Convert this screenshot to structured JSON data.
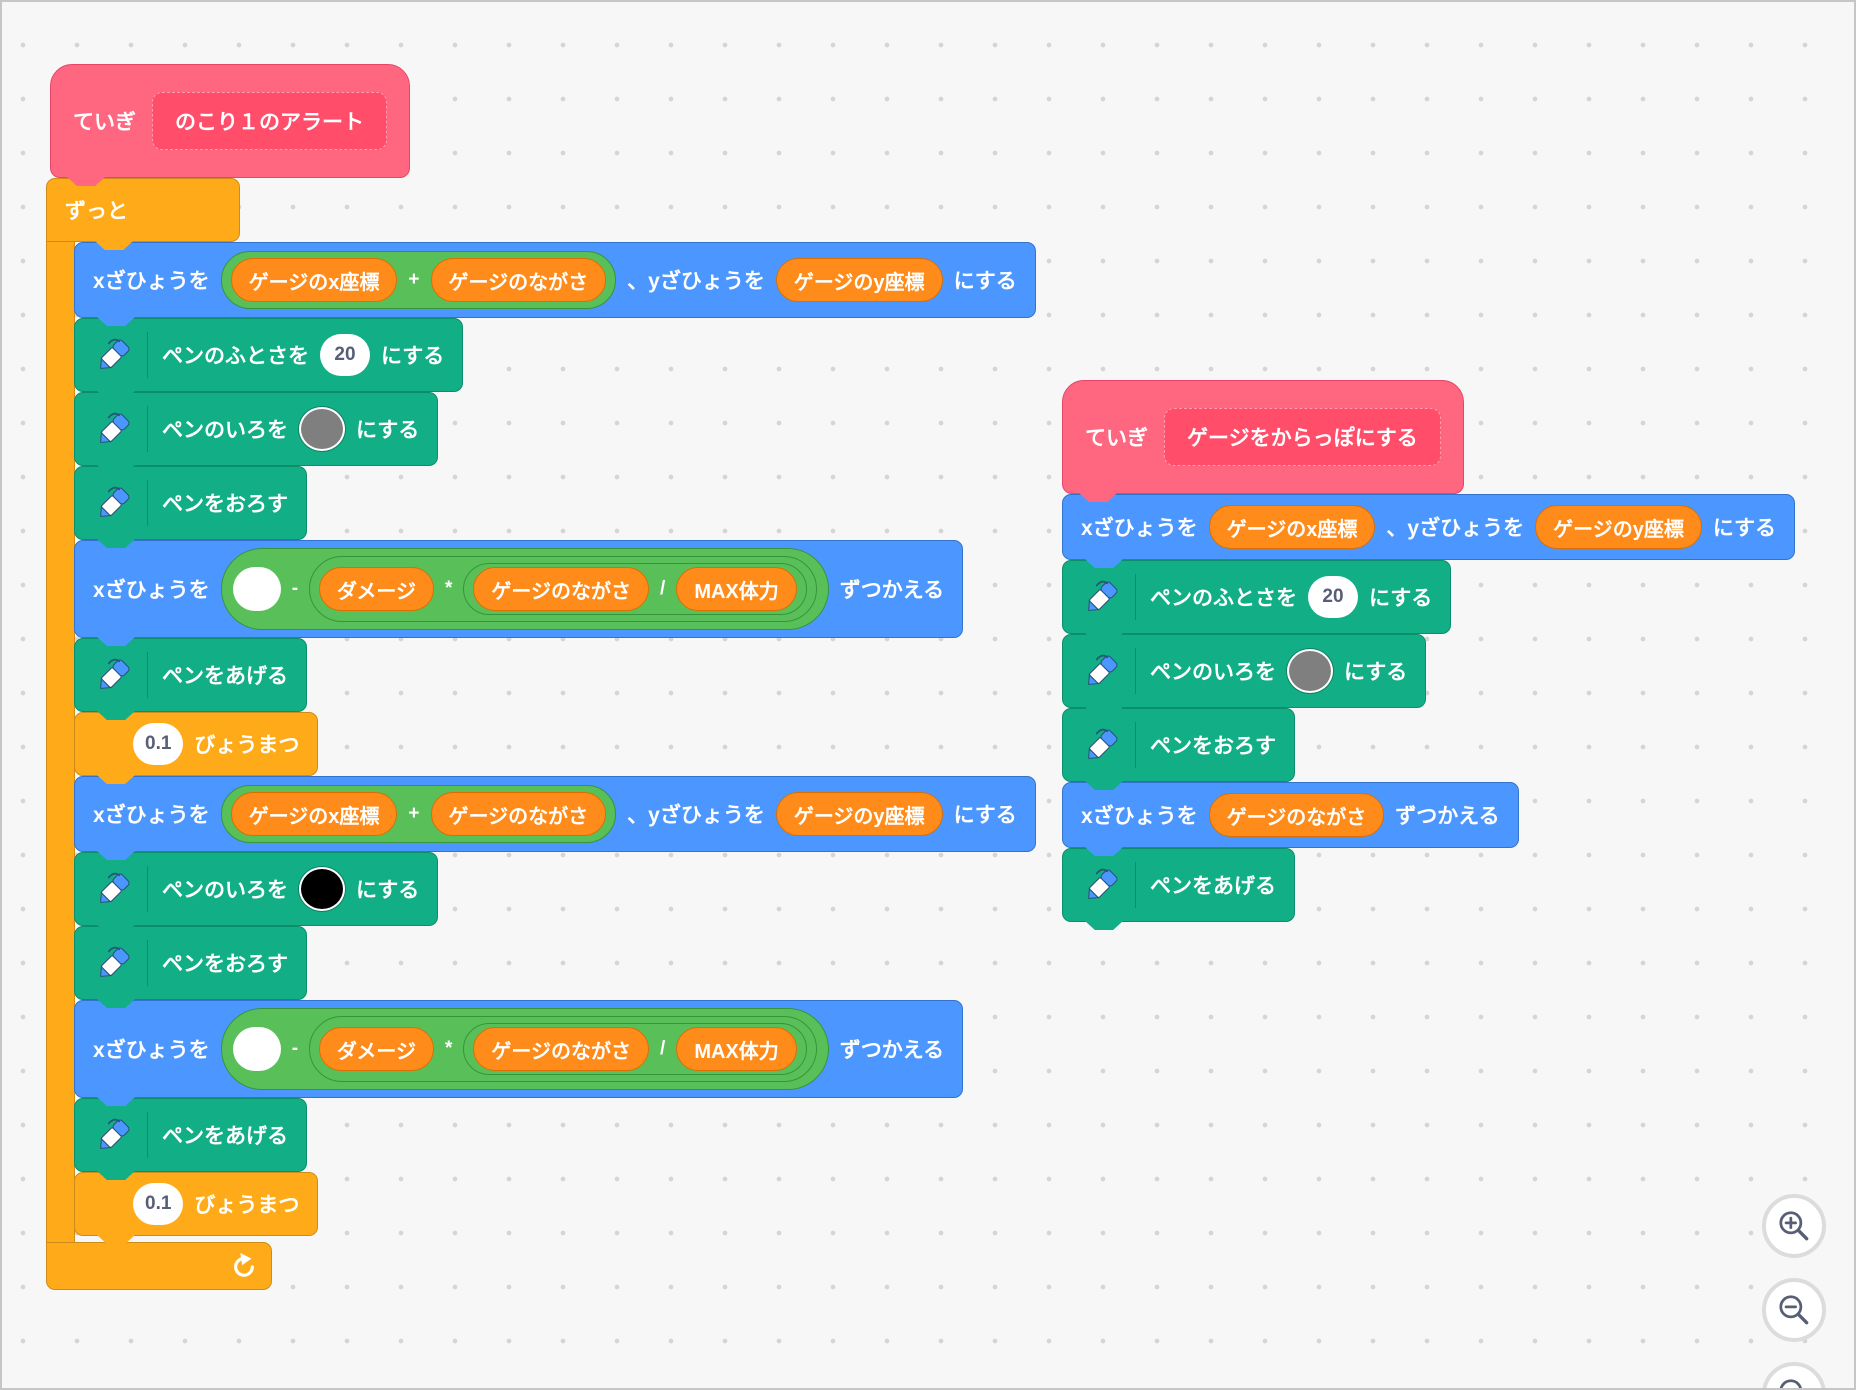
{
  "palette": {
    "motion": "#4C97FF",
    "motion_border": "#3373CC",
    "control": "#FFAB19",
    "control_border": "#CF8B17",
    "operators": "#59C059",
    "operators_border": "#389438",
    "variables": "#FF8C1A",
    "variables_border": "#DB6E00",
    "pen": "#12AE86",
    "pen_border": "#0B8E69",
    "myblocks": "#FF6680",
    "myblocks_prototype": "#FF4D6A",
    "myblocks_border": "#E64566",
    "canvas_bg": "#f7f7f7",
    "canvas_dot": "#d5d5d5",
    "number_text": "#575E75",
    "swatch_gray": "#7f7f7f",
    "swatch_black": "#000000"
  },
  "labels": {
    "define_keyword": "ていぎ",
    "forever": "ずっと",
    "set_x_prefix": "xざひょうを",
    "set_y_mid": "、yざひょうを",
    "suffix_set": "にする",
    "suffix_change": "ずつかえる",
    "pen_size_label": "ペンのふとさを",
    "pen_color_label": "ペンのいろを",
    "pen_down": "ペンをおろす",
    "pen_up": "ペンをあげる",
    "wait_suffix": "びょうまつ",
    "op_plus": "+",
    "op_minus": "-",
    "op_times": "*",
    "op_divide": "/"
  },
  "defines": {
    "left_name": "のこり１のアラート",
    "right_name": "ゲージをからっぽにする"
  },
  "variables": {
    "gauge_x": "ゲージのx座標",
    "gauge_y": "ゲージのy座標",
    "gauge_length": "ゲージのながさ",
    "damage": "ダメージ",
    "max_hp": "MAX体力"
  },
  "values": {
    "pen_size": "20",
    "wait_seconds": "0.1"
  },
  "icons": {
    "pen": "pen-icon",
    "loop": "loop-arrow-icon",
    "zoom_in": "magnifier-plus-icon",
    "zoom_out": "magnifier-minus-icon",
    "zoom_reset": "magnifier-equal-icon"
  }
}
